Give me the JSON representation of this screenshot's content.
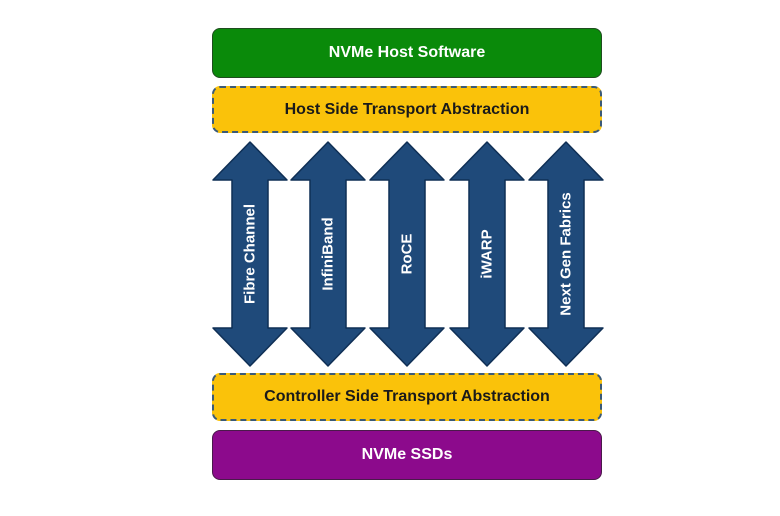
{
  "layers": {
    "host_software": "NVMe Host Software",
    "host_transport": "Host Side Transport Abstraction",
    "controller_transport": "Controller Side Transport Abstraction",
    "ssds": "NVMe SSDs"
  },
  "fabrics": [
    "Fibre Channel",
    "InfiniBand",
    "RoCE",
    "iWARP",
    "Next Gen Fabrics"
  ],
  "colors": {
    "host_software": "#0a8a0a",
    "transport": "#fac20a",
    "ssds": "#8c0a8c",
    "arrow": "#1f4a7a",
    "arrow_border": "#0f2f55"
  }
}
